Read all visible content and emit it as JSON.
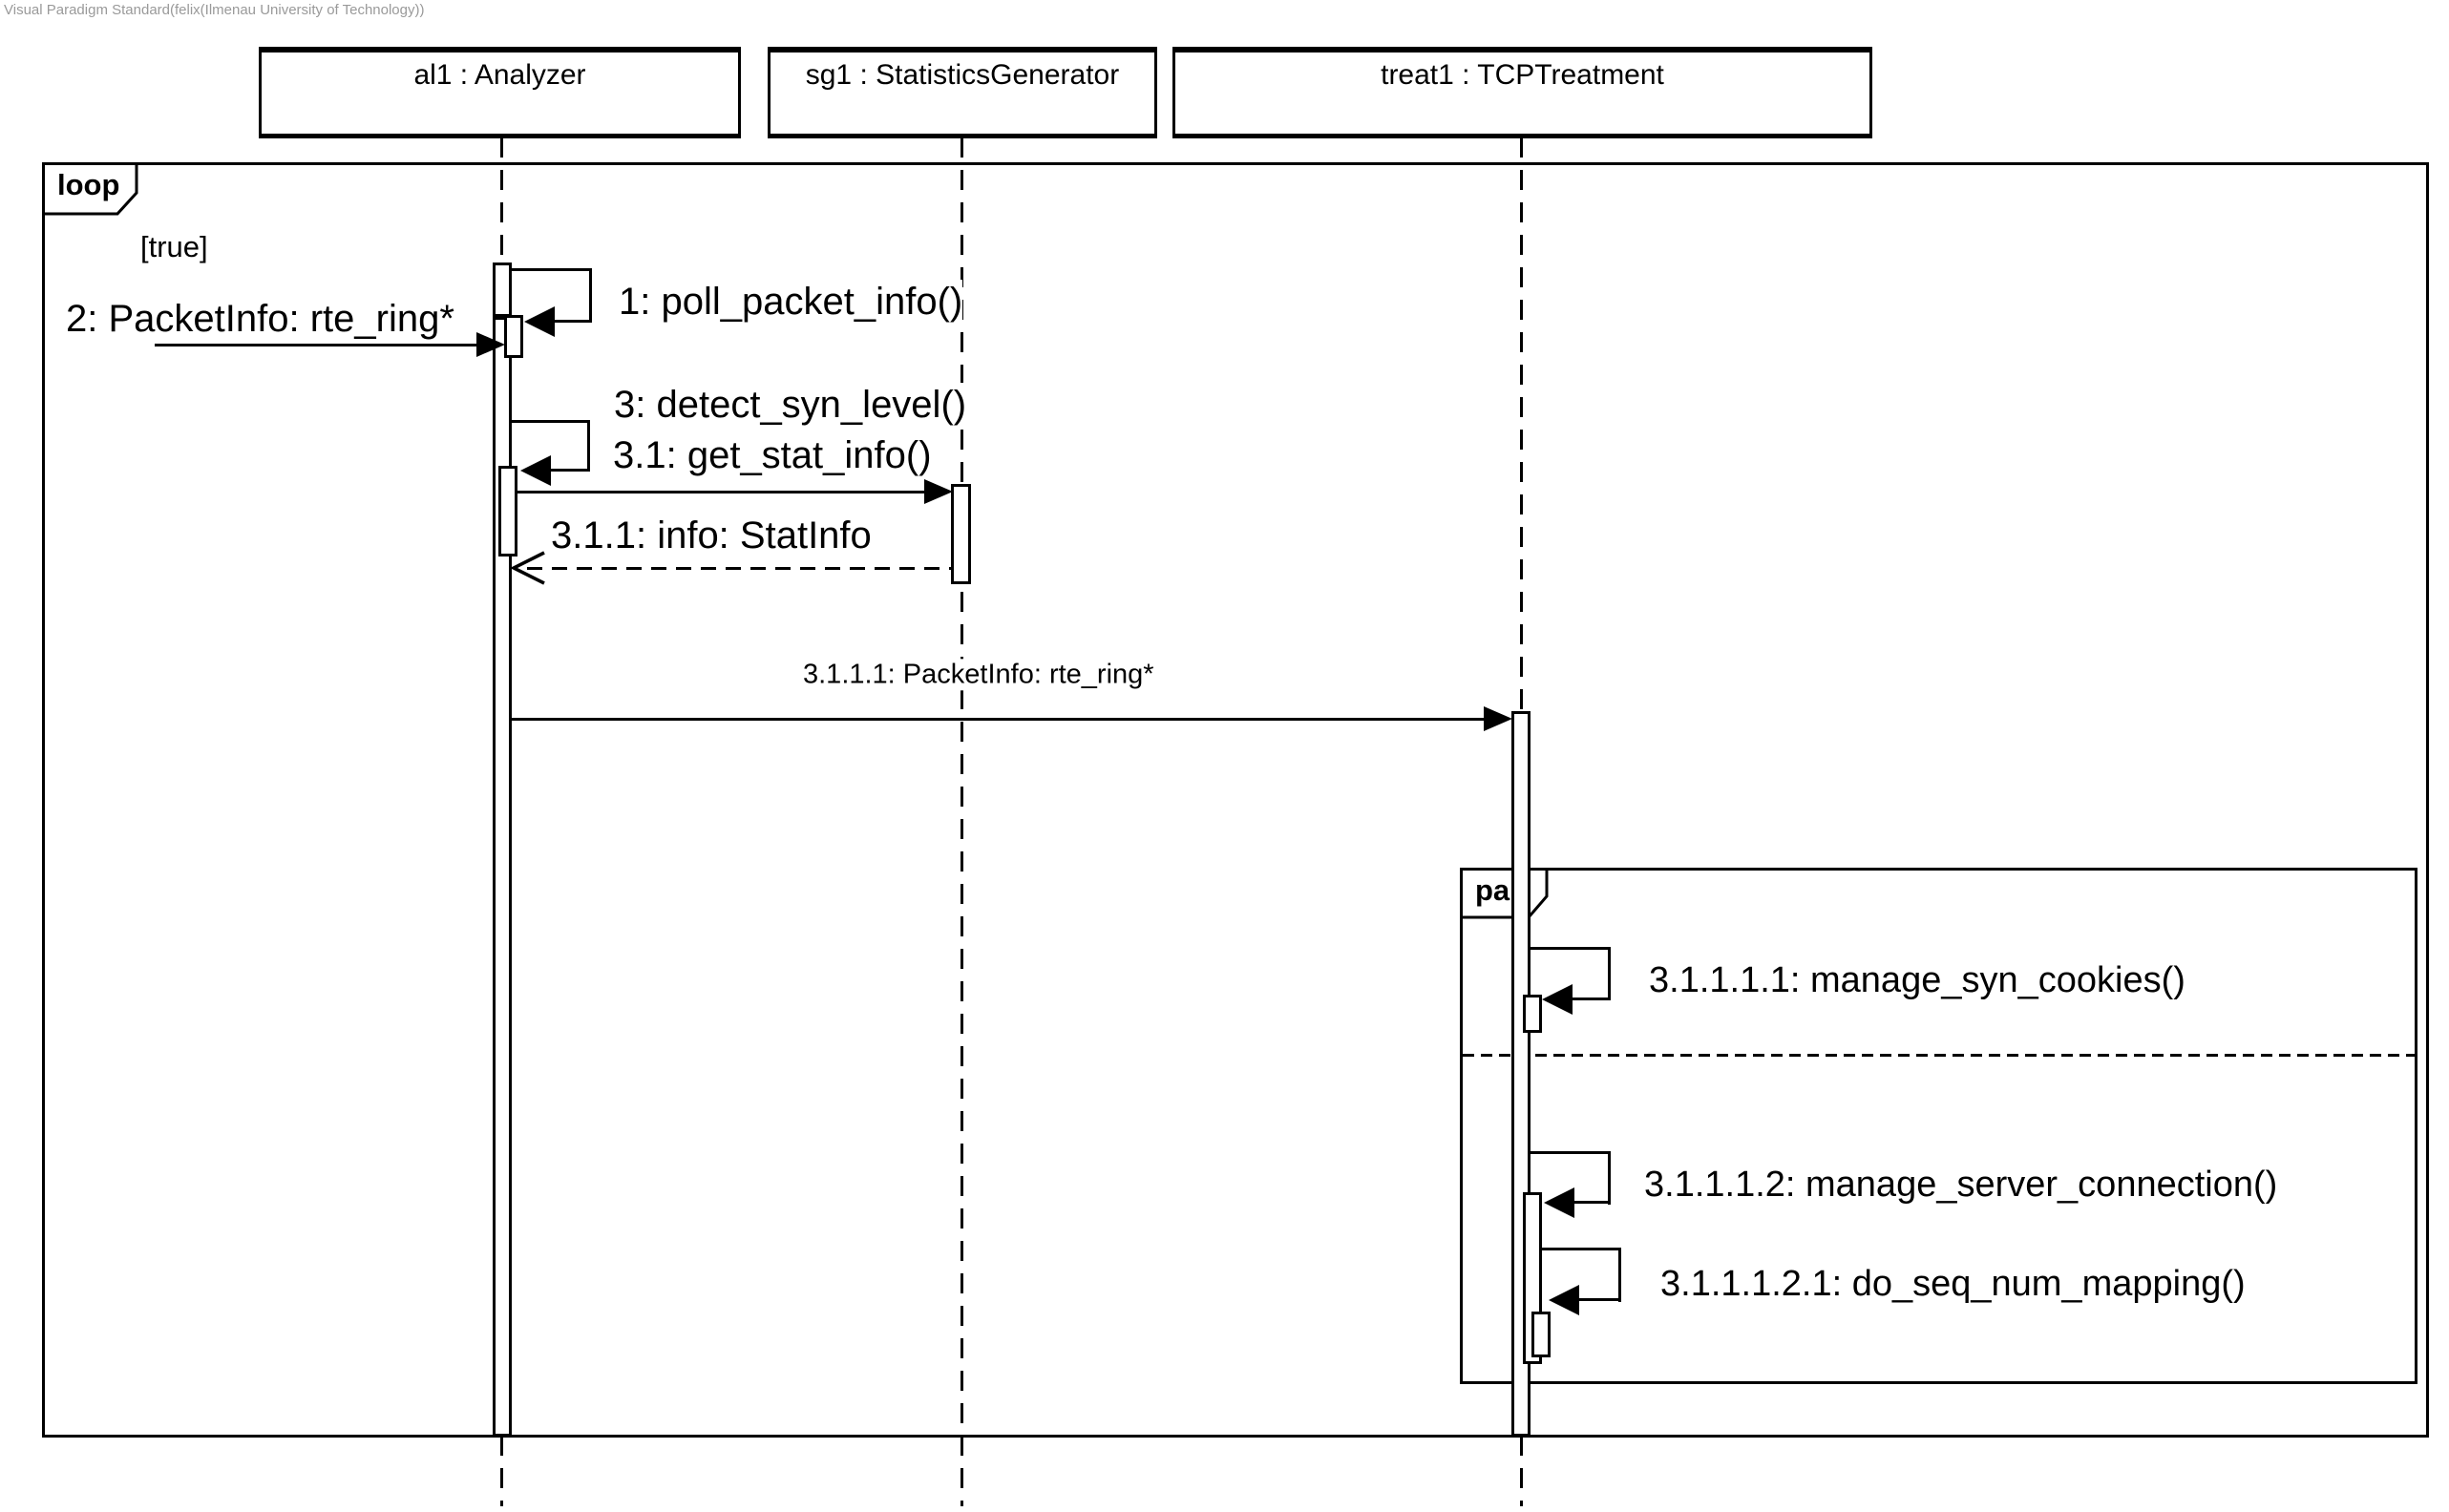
{
  "watermark": "Visual Paradigm Standard(felix(Ilmenau University of Technology))",
  "colors": {
    "line": "#000000",
    "background": "#ffffff",
    "watermark": "#9a9a9a"
  },
  "diagram_type": "uml-sequence-diagram",
  "lifelines": [
    {
      "label": "al1 : Analyzer"
    },
    {
      "label": "sg1 : StatisticsGenerator"
    },
    {
      "label": "treat1 : TCPTreatment"
    }
  ],
  "fragments": {
    "loop": {
      "operator": "loop",
      "guard": "[true]"
    },
    "par": {
      "operator": "par"
    }
  },
  "messages": {
    "m1": {
      "label": "1: poll_packet_info()",
      "type": "self",
      "from": "al1",
      "to": "al1"
    },
    "m2": {
      "label": "2: PacketInfo: rte_ring*",
      "type": "found",
      "from": "",
      "to": "al1"
    },
    "m3": {
      "label": "3: detect_syn_level()",
      "type": "self",
      "from": "al1",
      "to": "al1"
    },
    "m3_1": {
      "label": "3.1: get_stat_info()",
      "type": "call",
      "from": "al1",
      "to": "sg1"
    },
    "m3_1_1": {
      "label": "3.1.1: info: StatInfo",
      "type": "return",
      "from": "sg1",
      "to": "al1"
    },
    "m3_1_1_1": {
      "label": "3.1.1.1: PacketInfo: rte_ring*",
      "type": "call",
      "from": "al1",
      "to": "treat1"
    },
    "m3_1_1_1_1": {
      "label": "3.1.1.1.1: manage_syn_cookies()",
      "type": "self",
      "from": "treat1",
      "to": "treat1"
    },
    "m3_1_1_1_2": {
      "label": "3.1.1.1.2: manage_server_connection()",
      "type": "self",
      "from": "treat1",
      "to": "treat1"
    },
    "m3_1_1_1_2_1": {
      "label": "3.1.1.1.2.1: do_seq_num_mapping()",
      "type": "self",
      "from": "treat1",
      "to": "treat1"
    }
  }
}
